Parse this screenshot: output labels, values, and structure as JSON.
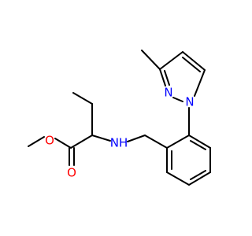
{
  "diagram": {
    "type": "chemical-structure",
    "atom_labels": {
      "ester_oxygen": "O",
      "carbonyl_oxygen": "O",
      "amine_nh": "NH",
      "pyrazole_n2": "N",
      "pyrazole_n1": "N"
    },
    "colors": {
      "bond": "#000000",
      "carbon_label": "#000000",
      "oxygen": "#ff0000",
      "nitrogen": "#0000ff",
      "background": "#ffffff"
    }
  }
}
